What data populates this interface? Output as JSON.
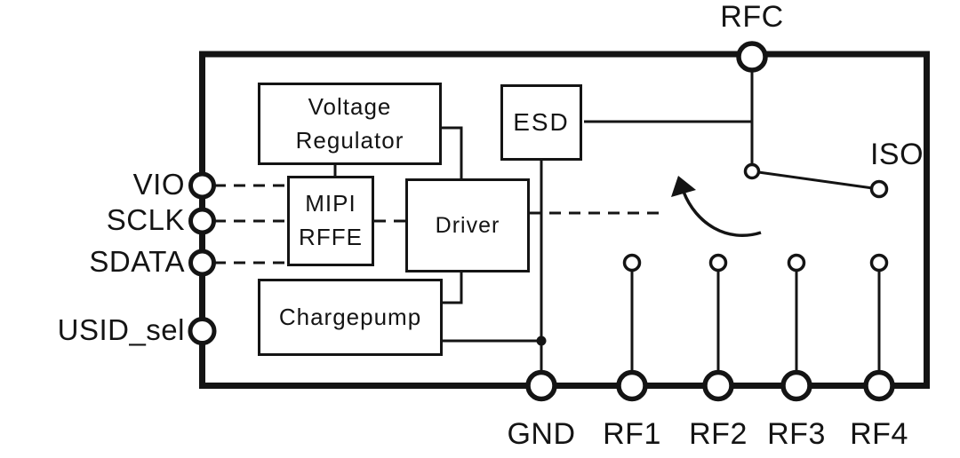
{
  "pins": {
    "rfc": "RFC",
    "vio": "VIO",
    "sclk": "SCLK",
    "sdata": "SDATA",
    "usid_sel": "USID_sel",
    "gnd": "GND",
    "rf1": "RF1",
    "rf2": "RF2",
    "rf3": "RF3",
    "rf4": "RF4",
    "iso": "ISO"
  },
  "blocks": {
    "voltage_regulator": {
      "line1": "Voltage",
      "line2": "Regulator"
    },
    "esd": {
      "label": "ESD"
    },
    "mipi_rffe": {
      "line1": "MIPI",
      "line2": "RFFE"
    },
    "driver": {
      "label": "Driver"
    },
    "chargepump": {
      "label": "Chargepump"
    }
  },
  "colors": {
    "ink": "#141414",
    "background": "#ffffff"
  }
}
